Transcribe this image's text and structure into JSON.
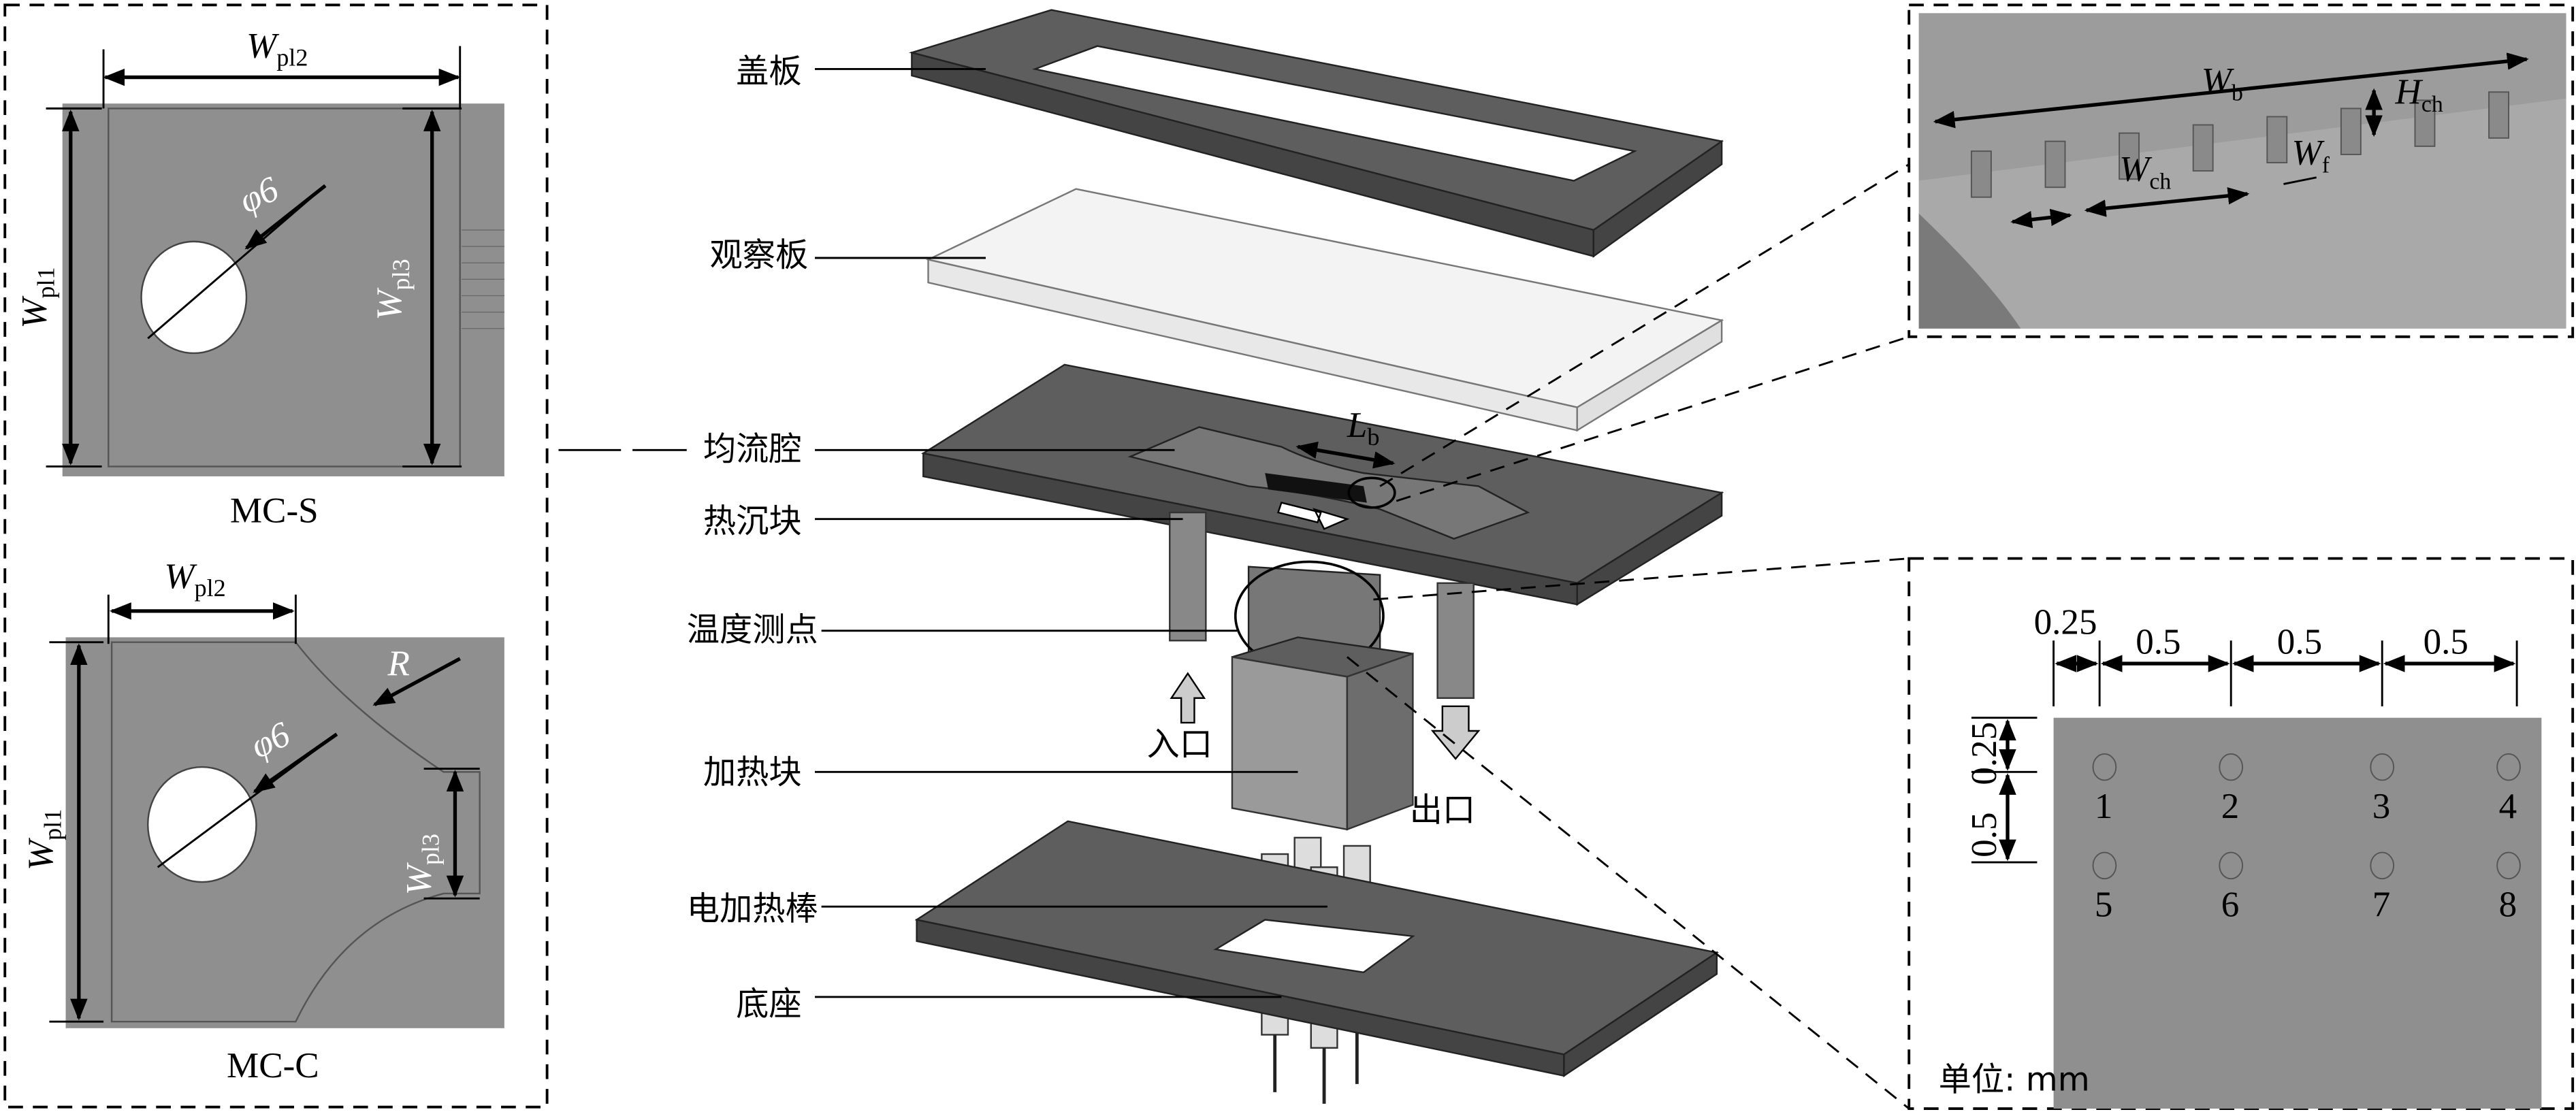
{
  "left_panel": {
    "mc_s": {
      "title": "MC-S",
      "w_pl2": "W",
      "w_pl2_sub": "pl2",
      "w_pl1": "W",
      "w_pl1_sub": "pl1",
      "w_pl3": "W",
      "w_pl3_sub": "pl3",
      "hole": "φ6"
    },
    "mc_c": {
      "title": "MC-C",
      "w_pl2": "W",
      "w_pl2_sub": "pl2",
      "w_pl1": "W",
      "w_pl1_sub": "pl1",
      "w_pl3": "W",
      "w_pl3_sub": "pl3",
      "hole": "φ6",
      "radius": "R"
    }
  },
  "center": {
    "labels": {
      "cover_plate": "盖板",
      "observation_plate": "观察板",
      "plenum": "均流腔",
      "heat_sink": "热沉块",
      "temp_points": "温度测点",
      "heater_block": "加热块",
      "heating_rods": "电加热棒",
      "base": "底座",
      "inlet": "入口",
      "outlet": "出口",
      "lb": "L",
      "lb_sub": "b"
    }
  },
  "channel_detail": {
    "wb": "W",
    "wb_sub": "b",
    "hch": "H",
    "hch_sub": "ch",
    "wch": "W",
    "wch_sub": "ch",
    "wf": "W",
    "wf_sub": "f"
  },
  "points_detail": {
    "dims_x": [
      "0.25",
      "0.5",
      "0.5",
      "0.5"
    ],
    "dims_y": [
      "0.25",
      "0.5"
    ],
    "points": [
      "1",
      "2",
      "3",
      "4",
      "5",
      "6",
      "7",
      "8"
    ],
    "unit": "单位: mm"
  }
}
